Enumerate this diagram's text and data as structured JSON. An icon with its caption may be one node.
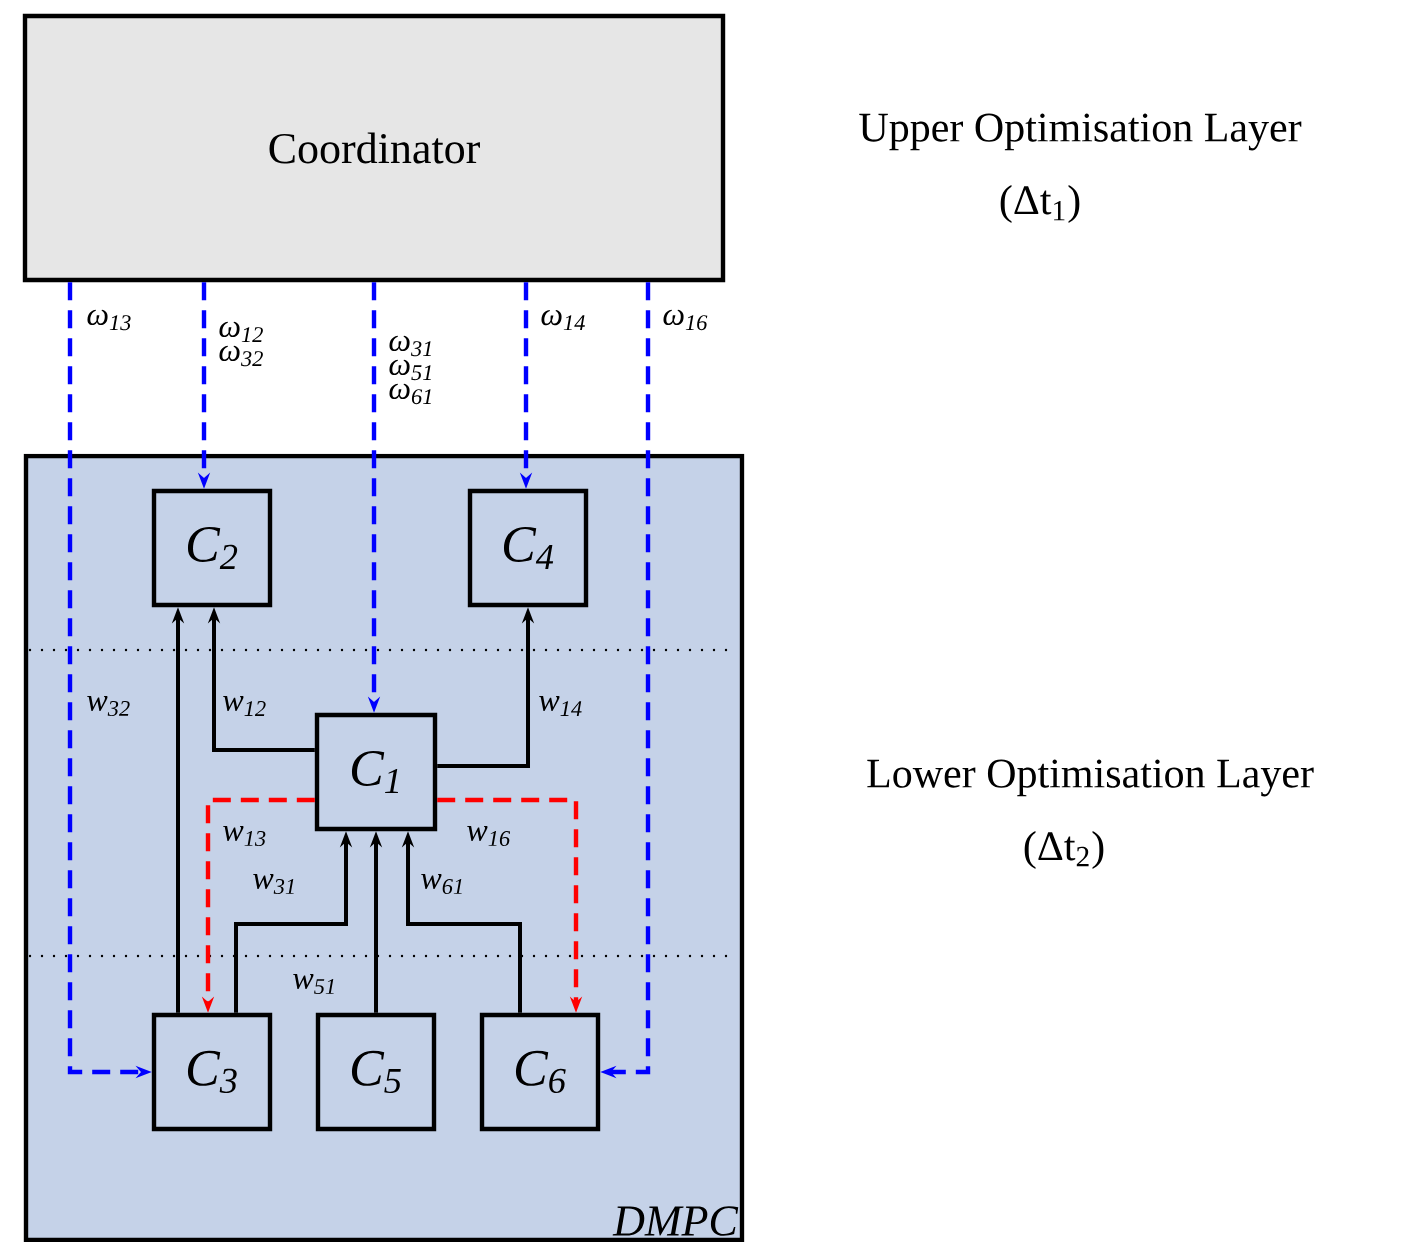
{
  "diagram": {
    "nodes": [
      {
        "text": [
          "Coordinator"
        ]
      },
      {
        "text": [
          "DMPC"
        ]
      },
      {
        "text": [
          "C$_{2}$"
        ],
        "in": 1
      },
      {
        "text": [
          "C$_{4}$"
        ],
        "in": 1
      },
      {
        "text": [
          "C$_{1}$"
        ],
        "in": 1
      },
      {
        "text": [
          "C$_{3}$"
        ],
        "in": 1
      },
      {
        "text": [
          "C$_{5}$"
        ],
        "in": 1
      },
      {
        "text": [
          "C$_{6}$"
        ],
        "in": 1
      }
    ],
    "edges": [
      {
        "from": 0,
        "to": 5,
        "arrow": "to",
        "label": "ω$_{13}$",
        "style": "dashed",
        "color": "#0000ff"
      },
      {
        "from": 0,
        "to": 2,
        "arrow": "to",
        "label": "ω$_{12}$ ω$_{32}$",
        "style": "dashed",
        "color": "#0000ff"
      },
      {
        "from": 0,
        "to": 4,
        "arrow": "to",
        "label": "ω$_{31}$ ω$_{51}$ ω$_{61}$",
        "style": "dashed",
        "color": "#0000ff"
      },
      {
        "from": 0,
        "to": 3,
        "arrow": "to",
        "label": "ω$_{14}$",
        "style": "dashed",
        "color": "#0000ff"
      },
      {
        "from": 0,
        "to": 7,
        "arrow": "to",
        "label": "ω$_{16}$",
        "style": "dashed",
        "color": "#0000ff"
      },
      {
        "from": 4,
        "to": 2,
        "arrow": "to",
        "label": "w$_{12}$"
      },
      {
        "from": 4,
        "to": 3,
        "arrow": "to",
        "label": "w$_{14}$"
      },
      {
        "from": 5,
        "to": 2,
        "arrow": "to",
        "label": "w$_{32}$"
      },
      {
        "from": 5,
        "to": 4,
        "arrow": "to",
        "label": "w$_{31}$"
      },
      {
        "from": 6,
        "to": 4,
        "arrow": "to",
        "label": "w$_{51}$"
      },
      {
        "from": 7,
        "to": 4,
        "arrow": "to",
        "label": "w$_{61}$"
      },
      {
        "from": 4,
        "to": 5,
        "arrow": "to",
        "label": "w$_{13}$",
        "style": "dashed",
        "color": "#ff0000"
      },
      {
        "from": 4,
        "to": 7,
        "arrow": "to",
        "label": "w$_{16}$",
        "style": "dashed",
        "color": "#ff0000"
      }
    ],
    "labels": [
      "Upper Optimisation Layer",
      "(Δt$_{1}$)",
      "Lower Optimisation Layer",
      "(Δt$_{2}$)"
    ]
  }
}
